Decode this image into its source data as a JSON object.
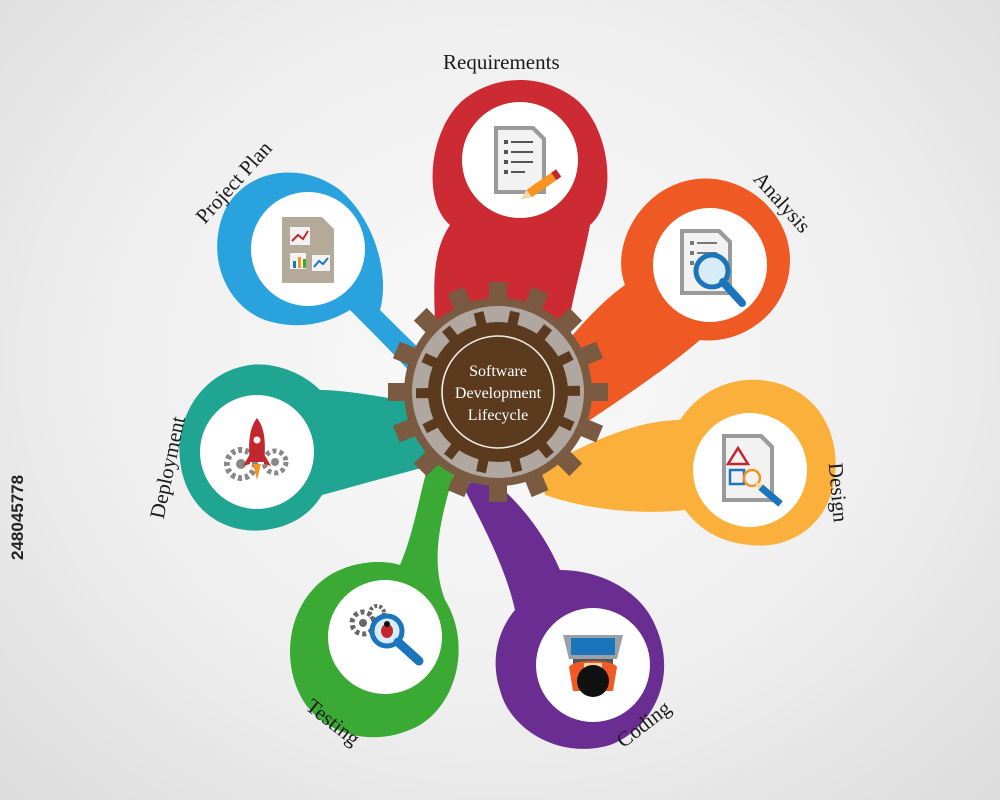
{
  "center": {
    "lines": [
      "Software",
      "Development",
      "Lifecycle"
    ]
  },
  "stages": [
    {
      "id": "requirements",
      "label": "Requirements",
      "color": "#cc2b34",
      "icon": "requirements-document-icon"
    },
    {
      "id": "analysis",
      "label": "Analysis",
      "color": "#ef5a24",
      "icon": "analysis-magnifier-icon"
    },
    {
      "id": "design",
      "label": "Design",
      "color": "#fbb03b",
      "icon": "design-shapes-icon"
    },
    {
      "id": "coding",
      "label": "Coding",
      "color": "#6a2d91",
      "icon": "coding-developer-icon"
    },
    {
      "id": "testing",
      "label": "Testing",
      "color": "#3aaa35",
      "icon": "testing-bug-magnifier-icon"
    },
    {
      "id": "deployment",
      "label": "Deployment",
      "color": "#1fa591",
      "icon": "deployment-rocket-icon"
    },
    {
      "id": "project-plan",
      "label": "Project Plan",
      "color": "#2aa2dd",
      "icon": "project-plan-charts-icon"
    }
  ],
  "gear_color": "#7a5a40",
  "gear_hub_color": "#5c3a1e",
  "stock_id": "248045778"
}
